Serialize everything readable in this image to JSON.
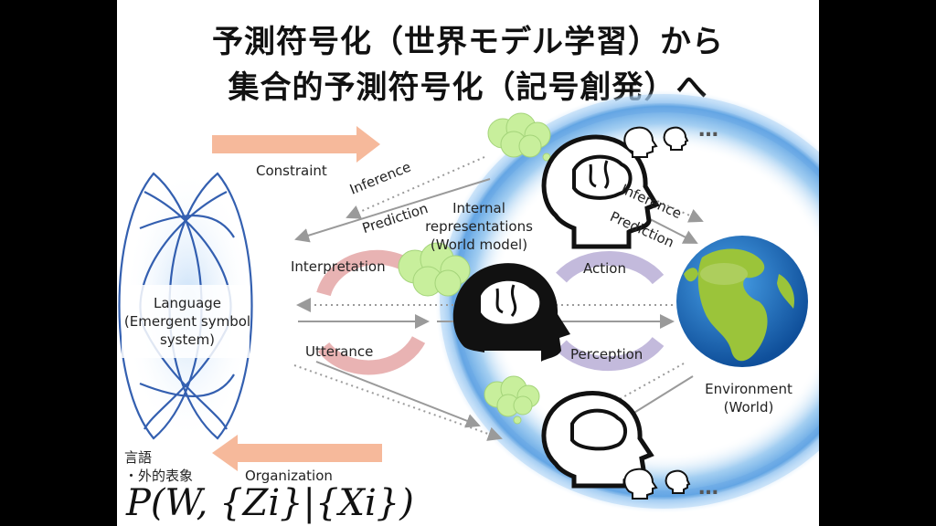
{
  "title": {
    "line1": "予測符号化（世界モデル学習）から",
    "line2": "集合的予測符号化（記号創発）へ"
  },
  "labels": {
    "constraint": "Constraint",
    "organization": "Organization",
    "inference_left": "Inference",
    "prediction_left": "Prediction",
    "inference_right": "Inference",
    "prediction_right": "Prediction",
    "internal_representations": "Internal representations (World model)",
    "interpretation": "Interpretation",
    "utterance": "Utterance",
    "action": "Action",
    "perception": "Perception",
    "language": "Language (Emergent symbol system)",
    "environment": "Environment (World)",
    "jp_language": "言語",
    "jp_external": "・外的表象",
    "ellipsis_top": "…",
    "ellipsis_bottom": "…"
  },
  "formula": "P(W, {Zi}|{Xi})",
  "icons": [
    "brain-head-icon",
    "thought-cloud-icon",
    "earth-globe-icon",
    "symbol-system-loops-icon"
  ],
  "colors": {
    "orange_arrow": "#f6b99b",
    "red_cycle": "#e5a6a6",
    "purple_cycle": "#b9aed6",
    "blue_glow": "#6aa7e6",
    "ocean": "#1f6fc0",
    "land": "#9bc43a",
    "cloud": "#c8ef9c"
  }
}
